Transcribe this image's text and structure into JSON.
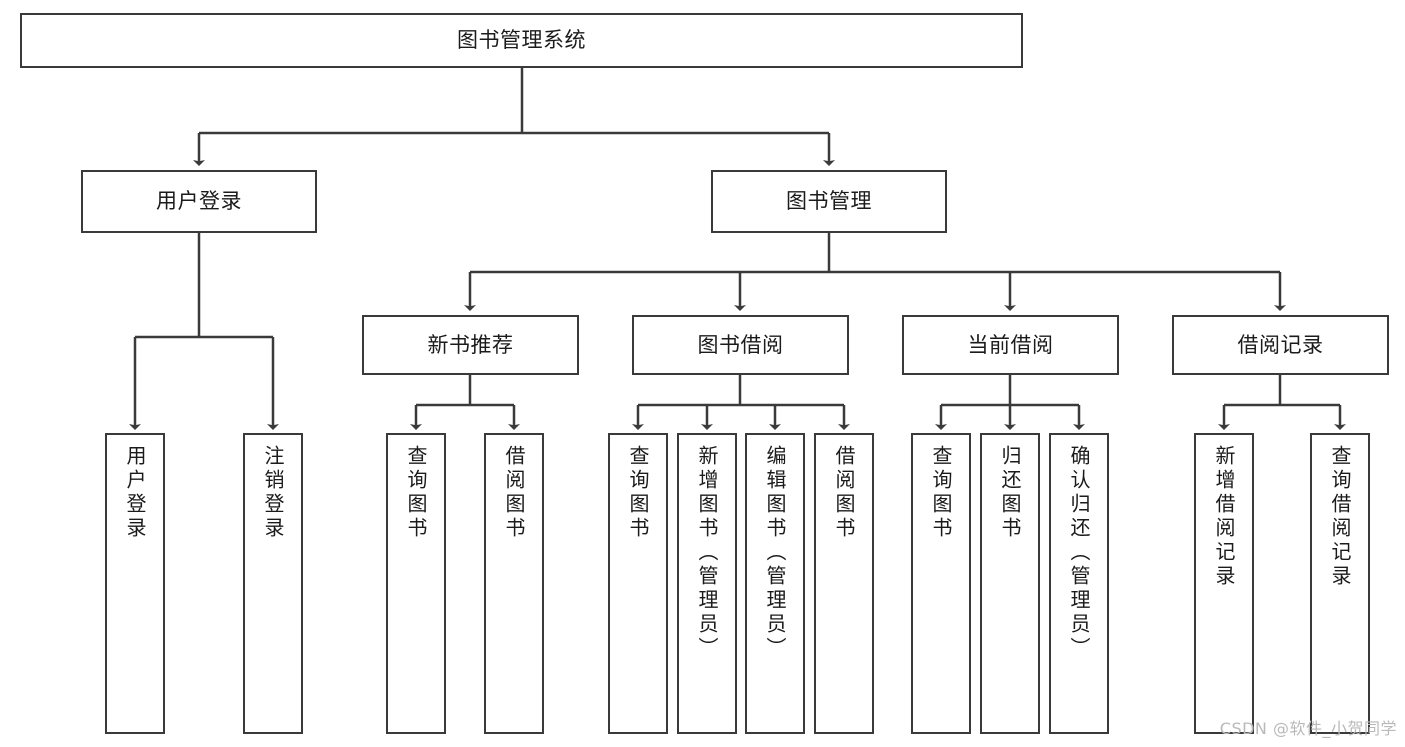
{
  "diagram": {
    "title": "图书管理系统",
    "watermark": "CSDN @软件_小贺同学",
    "root": {
      "label": "图书管理系统"
    },
    "level2": [
      {
        "label": "用户登录"
      },
      {
        "label": "图书管理"
      }
    ],
    "level3": [
      {
        "label": "新书推荐"
      },
      {
        "label": "图书借阅"
      },
      {
        "label": "当前借阅"
      },
      {
        "label": "借阅记录"
      }
    ],
    "leaves": {
      "user_login": [
        {
          "label": "用户登录"
        },
        {
          "label": "注销登录"
        }
      ],
      "new_book_recommend": [
        {
          "label": "查询图书"
        },
        {
          "label": "借阅图书"
        }
      ],
      "book_borrow": [
        {
          "label": "查询图书"
        },
        {
          "label": "新增图书（管理员）"
        },
        {
          "label": "编辑图书（管理员）"
        },
        {
          "label": "借阅图书"
        }
      ],
      "current_borrow": [
        {
          "label": "查询图书"
        },
        {
          "label": "归还图书"
        },
        {
          "label": "确认归还（管理员）"
        }
      ],
      "borrow_record": [
        {
          "label": "新增借阅记录"
        },
        {
          "label": "查询借阅记录"
        }
      ]
    },
    "colors": {
      "stroke": "#3a3a3a",
      "text": "#1b1b1b",
      "background": "#ffffff",
      "watermark": "#b9b9b9"
    }
  }
}
